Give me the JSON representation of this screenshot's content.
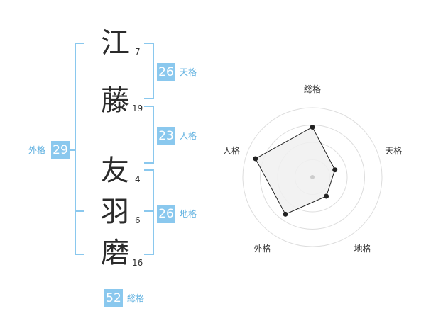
{
  "name": {
    "chars": [
      {
        "char": "江",
        "strokes": "7"
      },
      {
        "char": "藤",
        "strokes": "19"
      },
      {
        "char": "友",
        "strokes": "4"
      },
      {
        "char": "羽",
        "strokes": "6"
      },
      {
        "char": "磨",
        "strokes": "16"
      }
    ]
  },
  "kaku": {
    "tenkaku": {
      "value": "26",
      "label": "天格"
    },
    "jinkaku": {
      "value": "23",
      "label": "人格"
    },
    "chikaku": {
      "value": "26",
      "label": "地格"
    },
    "gaikaku": {
      "value": "29",
      "label": "外格"
    },
    "soukaku": {
      "value": "52",
      "label": "総格"
    }
  },
  "colors": {
    "accent": "#8ac8ee",
    "accent_text": "#5eb0e0",
    "radar_fill": "#f0f0f0",
    "radar_line": "#222222",
    "ring": "#dddddd"
  },
  "chart_data": {
    "type": "radar",
    "axes": [
      "総格",
      "天格",
      "地格",
      "外格",
      "人格"
    ],
    "values": [
      3.6,
      1.7,
      1.7,
      3.3,
      4.3
    ],
    "rlim": [
      0,
      5
    ],
    "rings": 4
  }
}
